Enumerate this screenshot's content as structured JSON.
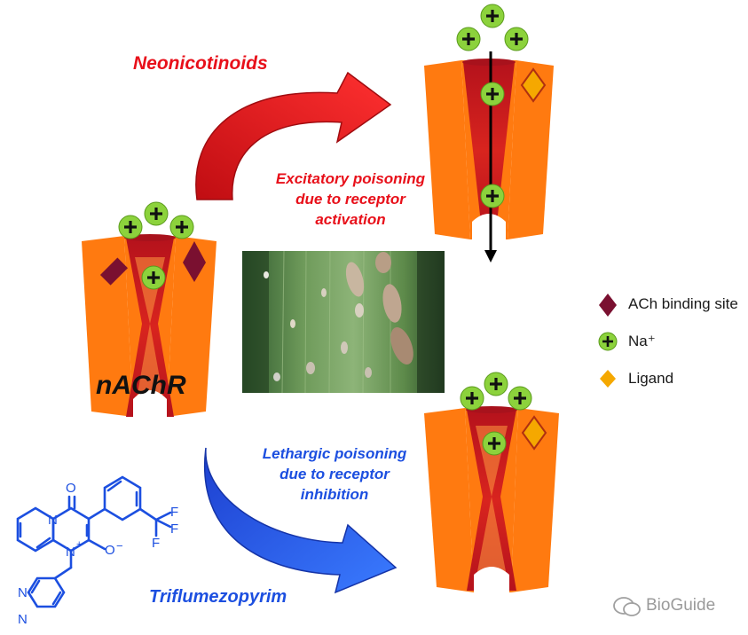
{
  "labels": {
    "neonicotinoids": "Neonicotinoids",
    "excitatory": [
      "Excitatory poisoning",
      "due to receptor",
      "activation"
    ],
    "lethargic": [
      "Lethargic poisoning",
      "due to receptor",
      "inhibition"
    ],
    "triflumezopyrim": "Triflumezopyrim",
    "nachr": "nAChR"
  },
  "legend": [
    {
      "label": "ACh binding site",
      "icon": "dark-red-diamond-icon",
      "color": "#7a1030"
    },
    {
      "label": "Na⁺",
      "icon": "green-plus-circle-icon",
      "color": "#8cd23c"
    },
    {
      "label": "Ligand",
      "icon": "orange-diamond-icon",
      "color": "#f5a800"
    }
  ],
  "molecule": {
    "atoms": [
      "O",
      "N",
      "N",
      "+",
      "O",
      "−",
      "F",
      "F",
      "F",
      "N",
      "N"
    ]
  },
  "watermark": "BioGuide",
  "colors": {
    "channel_orange": "#ff7a10",
    "pore_red": "#c8141e",
    "arrow_red": "#e01818",
    "arrow_blue": "#1f5cf0",
    "sodium_green": "#8cd23c"
  }
}
